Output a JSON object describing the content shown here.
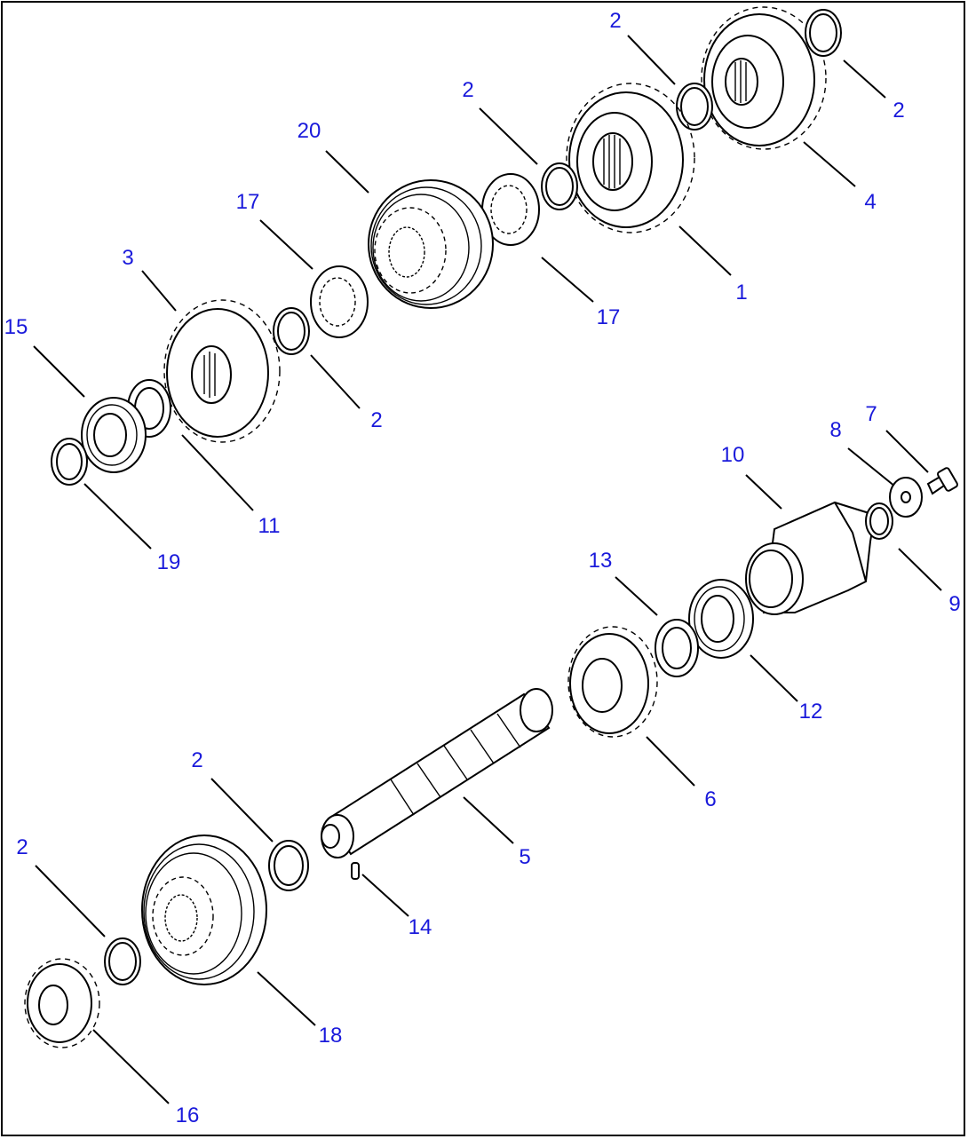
{
  "colors": {
    "callout": "#1a1adb",
    "lines": "#000000",
    "background": "#ffffff"
  },
  "callouts": [
    {
      "id": "c-2a",
      "label": "2"
    },
    {
      "id": "c-2b",
      "label": "2"
    },
    {
      "id": "c-2c",
      "label": "2"
    },
    {
      "id": "c-4",
      "label": "4"
    },
    {
      "id": "c-1",
      "label": "1"
    },
    {
      "id": "c-20",
      "label": "20"
    },
    {
      "id": "c-17a",
      "label": "17"
    },
    {
      "id": "c-17b",
      "label": "17"
    },
    {
      "id": "c-3",
      "label": "3"
    },
    {
      "id": "c-2d",
      "label": "2"
    },
    {
      "id": "c-15",
      "label": "15"
    },
    {
      "id": "c-11",
      "label": "11"
    },
    {
      "id": "c-19",
      "label": "19"
    },
    {
      "id": "c-7",
      "label": "7"
    },
    {
      "id": "c-8",
      "label": "8"
    },
    {
      "id": "c-10",
      "label": "10"
    },
    {
      "id": "c-9",
      "label": "9"
    },
    {
      "id": "c-13",
      "label": "13"
    },
    {
      "id": "c-12",
      "label": "12"
    },
    {
      "id": "c-6",
      "label": "6"
    },
    {
      "id": "c-2e",
      "label": "2"
    },
    {
      "id": "c-5",
      "label": "5"
    },
    {
      "id": "c-2f",
      "label": "2"
    },
    {
      "id": "c-14",
      "label": "14"
    },
    {
      "id": "c-18",
      "label": "18"
    },
    {
      "id": "c-16",
      "label": "16"
    }
  ]
}
